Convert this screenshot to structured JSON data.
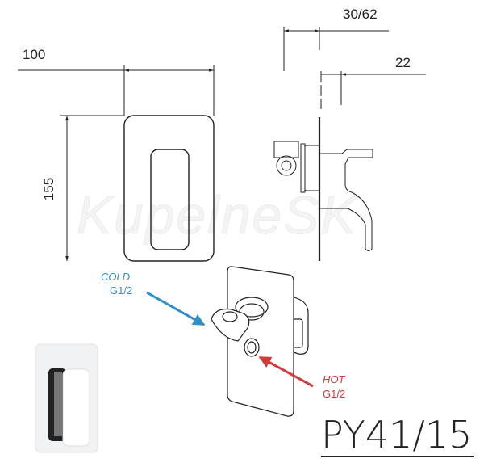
{
  "dimensions": {
    "width": "100",
    "height": "155",
    "depth": "30/62",
    "handle_depth": "22"
  },
  "inlets": {
    "cold": {
      "label": "COLD",
      "thread": "G1/2",
      "color": "#2f8fc6"
    },
    "hot": {
      "label": "HOT",
      "thread": "G1/2",
      "color": "#d23b3b"
    }
  },
  "product_code": "PY41/15",
  "watermark": "KupelneSK"
}
